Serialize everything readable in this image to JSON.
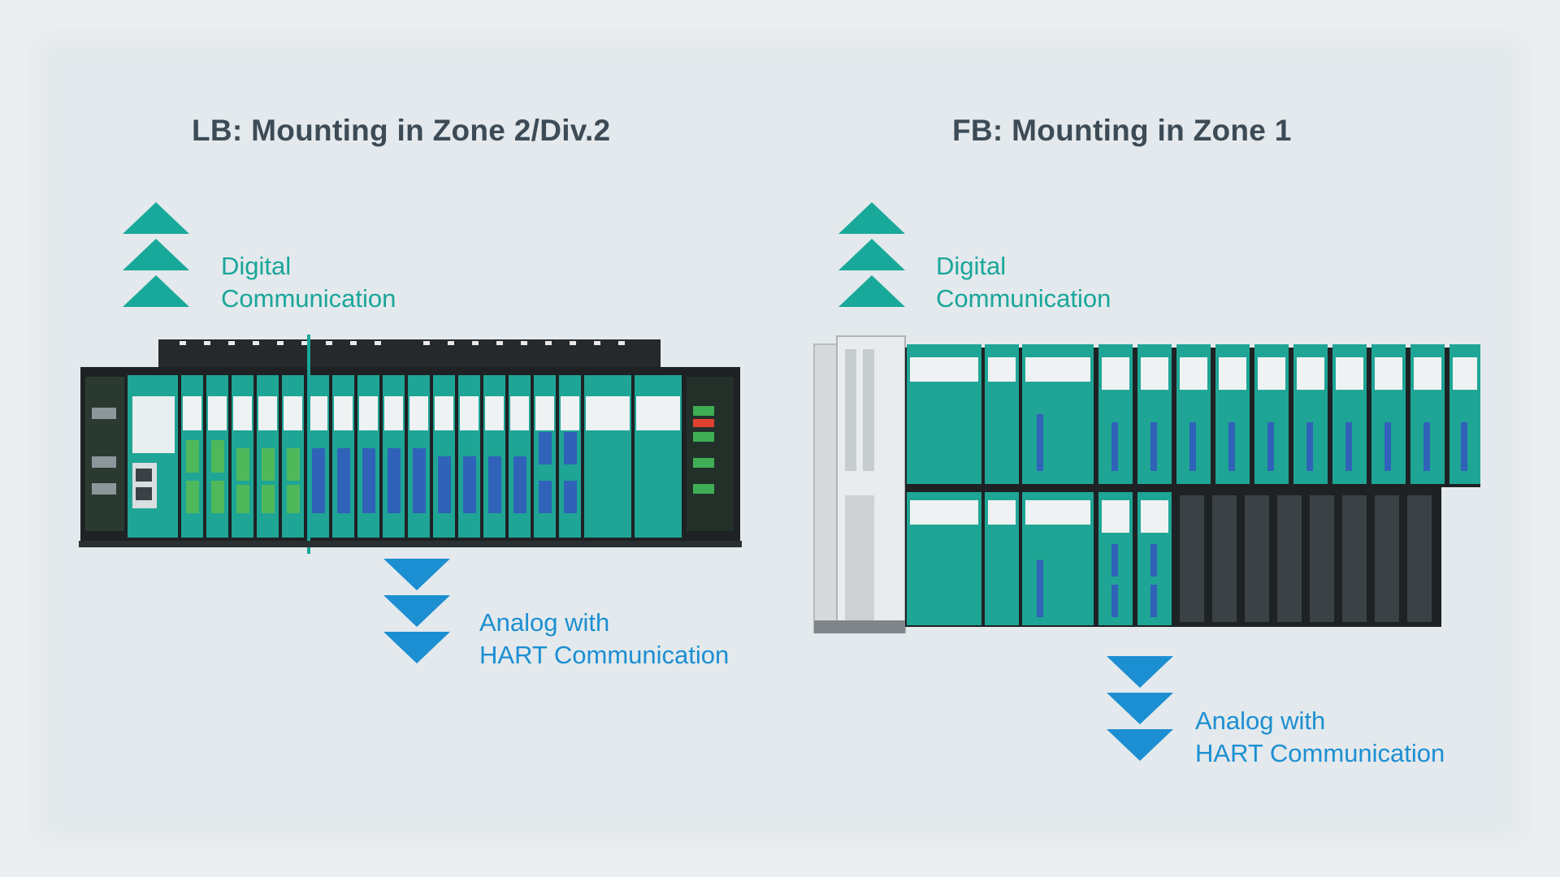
{
  "left": {
    "title": "LB: Mounting in Zone 2/Div.2",
    "digital": {
      "line1": "Digital",
      "line2": "Communication",
      "arrow_icon": "triangle-up-icon",
      "color": "#19a99a"
    },
    "analog": {
      "line1": "Analog with",
      "line2": "HART Communication",
      "arrow_icon": "triangle-down-icon",
      "color": "#1c8fd2"
    }
  },
  "right": {
    "title": "FB: Mounting in Zone 1",
    "digital": {
      "line1": "Digital",
      "line2": "Communication",
      "arrow_icon": "triangle-up-icon",
      "color": "#19a99a"
    },
    "analog": {
      "line1": "Analog with",
      "line2": "HART Communication",
      "arrow_icon": "triangle-down-icon",
      "color": "#1c8fd2"
    }
  },
  "colors": {
    "background": "#e3e9ec",
    "title": "#3d4b56",
    "module_teal": "#1fa595",
    "module_dark": "#1e2224"
  }
}
